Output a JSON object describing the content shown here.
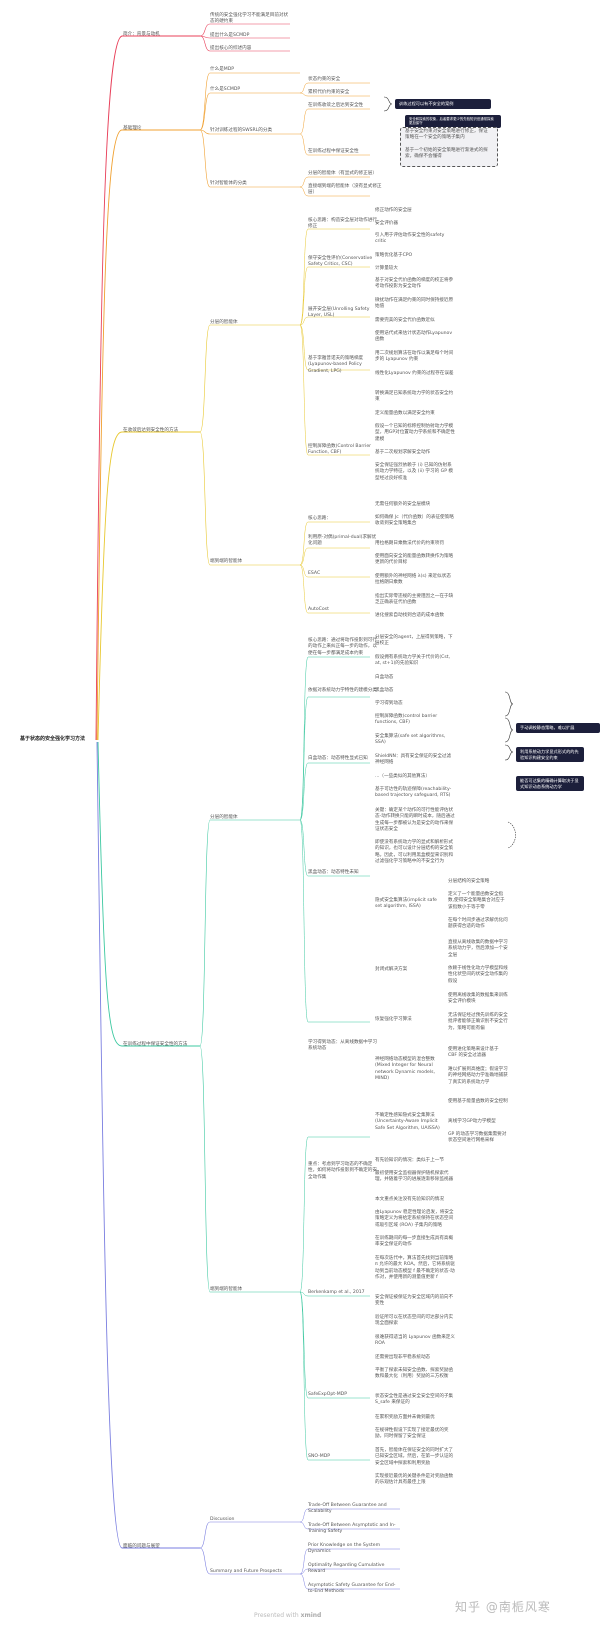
{
  "root": {
    "label": "基于状态的安全强化学习方法"
  },
  "colors": {
    "intro": "#e8405a",
    "basics": "#f0a030",
    "after": "#e8c830",
    "during": "#3cc8a0",
    "robust": "#3cc8a0",
    "challenges": "#7a7ee0",
    "callout_bg": "#1c1f3b"
  },
  "intro": {
    "label": "简介：背景与动机",
    "children": [
      "传统的安全强化学习不能满足目前对状态的硬约束",
      "提出什么是SCMDP",
      "提出核心的综述内容"
    ]
  },
  "basics": {
    "label": "基础理论",
    "mdp": "什么是MDP",
    "scmdp": {
      "label": "什么是SCMDP",
      "children": [
        "状态约束的安全",
        "累积代价约束的安全"
      ]
    },
    "swsrl": {
      "label": "针对训练过程的SWSRL的分类",
      "after": "在训练收敛之后达到安全性",
      "during": "在训练过程中保证安全性"
    },
    "agent": {
      "label": "针对智能体的分类",
      "children": [
        "分层的智能体（有显式的修正层）",
        "直接端到端的智能体（没有显式修正层）"
      ]
    },
    "callouts": {
      "unsafe": "训练过程可以有不安全的案例",
      "header": "安全和探索的权衡，后者要求更少的先验知识但通常探索更加保守",
      "box1": "基于安全约束对安全策略进行修正，保证策略在一个安全的策略子集内",
      "box2": "基于一个初始的安全策略进行渐进式的探索，确保不会懂得"
    }
  },
  "after": {
    "label": "在收敛后达到安全性的方法",
    "layered": {
      "label": "分层的智能体",
      "groups": [
        {
          "label": "核心思路：构造安全层对动作进行修正",
          "children": [
            "修正动作的安全层",
            "安全评价器"
          ]
        },
        {
          "label": "保守安全性评价(Conservative Safety Critics, CSC)",
          "children": [
            "引入用于评估动作安全性的safety critic",
            "策略优化基于CPO",
            "计算量较大"
          ]
        },
        {
          "label": "展开安全层(Unrolling Safety Layer, USL)",
          "children": [
            "基于对安全代价函数的梯度的校正将参考动作投影为安全动作",
            "微扰动作在满足约束的同时保持接近原始值",
            "需要完美的安全代价函数近似"
          ]
        },
        {
          "label": "基于李雅普诺夫的策略梯度(Lyapunov-based Policy Gradient, LPG)",
          "children": [
            "使用迭代式来估计状态动作Lyapunov 函数",
            "用二次规划算法在动作以满足每个时间步的 Lyapunov 约束",
            "线性化Lyapunov 约束的过程存在误差"
          ]
        },
        {
          "label": "控制屏障函数(Control Barrier Function, CBF)",
          "children": [
            "转换满足已知系统动力学的状态安全约束",
            "定义能量函数以满足安全约束",
            "假设一个已知的标称控制仿射动力学模型，用GP对位置动力学系统和不确定性建模",
            "基于二次规划求解安全动作",
            "安全保证强烈依赖于 (i) 已知的仿射系统动力学特征，以及 (ii) 学习的 GP 模型经过良好校准"
          ]
        }
      ]
    },
    "e2e": {
      "label": "端到端的智能体",
      "groups": [
        {
          "label": "核心思路：",
          "children": [
            "无需任何额外的安全层模块"
          ]
        },
        {
          "label": "利用原-对偶(primal-dual)求解优化问题",
          "children": [
            "如何确保 Jc（代价函数）的表征使策略收敛到安全策略集合",
            "用拉格朗日乘数法代价的约束项罚"
          ]
        },
        {
          "label": "ESAC",
          "children": [
            "使用面向安全的能量函数转换作为策略更新的代价目标",
            "使用额外的神经网络 λ(s) 来近似状态拉格朗日乘数"
          ]
        },
        {
          "label": "AutoCost",
          "children": [
            "指出实际零违规的主要阻因之一在于缺乏正确表征代价函数",
            "进化搜索自动找到合适的成本函数"
          ]
        }
      ]
    }
  },
  "during": {
    "label": "在训练过程中保证安全性的方法",
    "layered": {
      "label": "分层的智能体",
      "core": {
        "label": "核心思路：通过将动作投影到可行的动作上来纠正每一步的动作，以便在每一步都满足成本约束",
        "children": [
          "分层安全的agent，上层得到策略，下层校正",
          "假设拥有系统动力学关于代价的(Cst, at, st+1)的先验知识"
        ]
      },
      "modeling": {
        "label": "依据对系统动力学特性的建模分类",
        "children": [
          "白盒动态",
          "黑盒动态",
          "学习得到动态"
        ]
      },
      "whitebox": {
        "label": "白盒动态：动态特性显式已知",
        "children": [
          "控制屏障函数(control barrier functions, CBF)",
          "安全集算法(safe set algorithms, SSA)",
          "ShieldNN：具有安全保证的安全过滤神经网络",
          "...（一些类似的其他算法）",
          "基于可达性的轨迹保障(reachability-based trajectory safeguard, RTS)"
        ]
      },
      "blackbox": {
        "label": "黑盒动态：动态特性未知",
        "children": [
          "关键：确定某个动作的可行性能评估状态-动作转换只能的瞬时成本，随后通过生成每一步都被认为是安全的动作来保证状态安全",
          "即使没有系统动力学的显式和解析形式的知识，也可以设计分层结构的安全策略。因此，可以利用黑盒模型来识别和过滤强化学习策略中的不安全行为"
        ]
      },
      "issa": {
        "label": "隐式安全集算法(implicit safe set algorithm, ISSA)",
        "children": [
          "分层结构的安全策略",
          "定义了一个能量函数安全指数,使得安全策略集合对应于该指数小于等于零",
          "在每个时间步通过求解优化问题获得合适的动作"
        ]
      },
      "learned": {
        "label": "学习得到动态：从离线数据中学习系统动态",
        "groups": [
          {
            "label": "封闭式解决方案",
            "children": [
              "直接从离线收集的数据中学习系统动力学，然后添加一个安全层",
              "依赖于线性化动力学模型和线性化状空间的状安全动作集的假设"
            ]
          },
          {
            "label": "恢复强化学习算法",
            "children": [
              "使用离线收集的数据集来训练安全评价模块",
              "无法保证经过预先训练的安全批评者能够正确识别不安全行为，策略可能有偏"
            ]
          },
          {
            "label": "神经网络动态模型的混合整数(Mixed Integer for Neural network Dynamic models, MIND)",
            "children": [
              "使用进化策略来设计基于 CBF 的安全过滤器",
              "难以扩展到高维度；假设学习的神经网络动力学准确地捕获了真实的系统动力学"
            ]
          },
          {
            "label": "不确定性感知隐式安全集算法(Uncertainty-Aware Implicit Safe Set Algorithm, UAISSA)",
            "children": [
              "使用基于能量函数的安全控制",
              "离线学习GP动力学模型",
              "GP 的动态学习数据集需要对状态空间进行网格采样"
            ]
          }
        ]
      },
      "callouts": {
        "cbf_ssa": "手动调校静态策略，难以扩展",
        "shield": "利用系统动力学显式形式的的先验知识构建安全约束",
        "rts": "能否可达集的精确计算取决于显式知识动态系统动力学"
      }
    },
    "e2e": {
      "label": "端到端的智能体",
      "focus": {
        "label": "重点：考虑到学习动态的不确定性，如何将动作投影到不确定的安全动作集",
        "children": [
          "有先验知识的情况：类似于上一节",
          "最初使用安全监视器保护随机探索代理，并随着学习的进展逐渐移除监视器",
          "本文重点关注没有先验知识的情况"
        ]
      },
      "berkenkamp": {
        "label": "Berkenkamp et al., 2017",
        "children": [
          "由Lyapunov 稳定性理论启发，将安全策略定义为将给定系统保持在状态空间或吸引区域 (ROA) 子集内的策略",
          "在训练期间的每一步直接生成具有高概率安全保证的动作",
          "在每次迭代中，算法首先找到当前策略 π 允许的最大 ROA。然后，它将系统驱动到当前动态模型 f 最不确定的状态-动作对，并使用新的测量值更新 f",
          "安全保证被保证为安全区域内的前向不变性",
          "验证所可以在状态空间的可达部分内实现全面探索",
          "很难获得适当的 Lyapunov 函数来定义 ROA",
          "还需要出现非平稳系统动态"
        ]
      },
      "safeexpopt": {
        "label": "SafeExpOpt-MDP",
        "children": [
          "平衡了探索未知安全函数、探索奖励函数和最大化（利用）奖励的三方权衡",
          "状态安全性是通过安全安全空间的子集 S_safe 来保证的",
          "在累积奖励方面并未做到最优"
        ]
      },
      "sno": {
        "label": "SNO-MDP",
        "children": [
          "在规律性假设下实现了接近最优的奖励，同时保留了安全保证",
          "首先，智能体在保证安全的同时扩大了已知安全区域。然后，在第一步认证的安全区域中探索和利用奖励",
          "实现接近最优的关键条件是对奖励函数的乐观估计具有最佳上限"
        ]
      }
    }
  },
  "challenges": {
    "label": "面临的问题与展望",
    "discussion": {
      "label": "Discussion",
      "children": [
        "Trade-Off Between Guarantee and Scalability",
        "Trade-Off Between Asymptotic and In-Training Safety"
      ]
    },
    "summary": {
      "label": "Summary and Future Prospects",
      "children": [
        "Prior Knowledge on the System Dynamics",
        "Optimality Regarding Cumulative Reward",
        "Asymptotic Safety Guarantee for End-to-End Methods"
      ]
    }
  },
  "footer": {
    "presented": "Presented with",
    "brand": "xmind",
    "watermark": "知乎 @南栀风寒"
  }
}
